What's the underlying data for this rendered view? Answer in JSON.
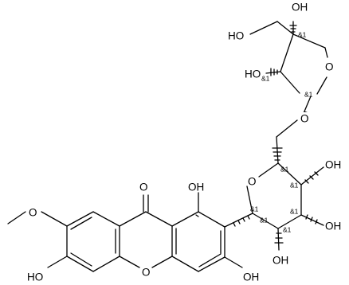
{
  "atom_labels": {
    "oh_apiose_top": "OH",
    "ho_apiose_ch2": "HO",
    "ho_apiose_c2": "HO",
    "o_apiose_ring": "O",
    "o_glycosidic": "O",
    "o_glucose_ring": "O",
    "oh_glucose_c2": "OH",
    "oh_glucose_c3": "OH",
    "oh_glucose_c4": "OH",
    "o_carbonyl": "O",
    "oh_xanthone_1": "OH",
    "o_methoxy": "O",
    "ho_xanthone_6": "HO",
    "o_xanthone_ring": "O",
    "oh_xanthone_3": "OH"
  },
  "stereo_labels": {
    "s1": "&1",
    "s2": "&1",
    "s3": "&1",
    "s4": "&1",
    "s5": "&1",
    "s6": "&1",
    "s7": "&1",
    "s8": "&1",
    "s9": "&1"
  }
}
